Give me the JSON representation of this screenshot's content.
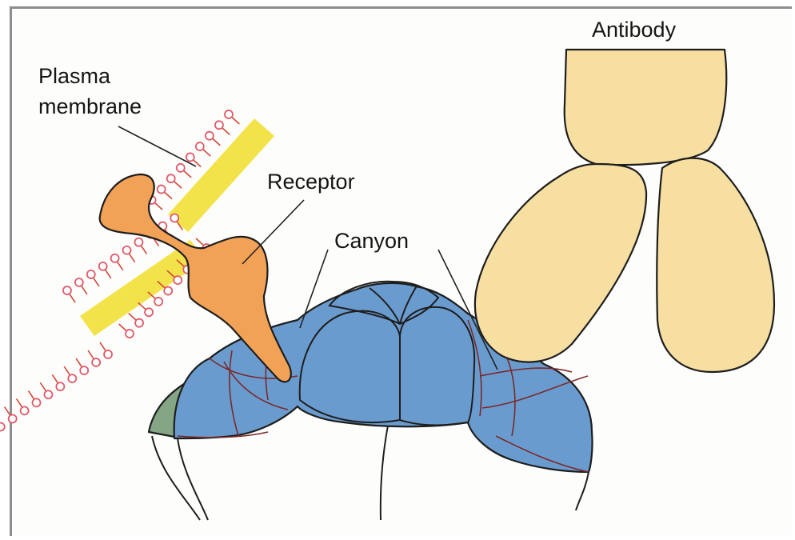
{
  "labels": {
    "plasma_membrane_line1": "Plasma",
    "plasma_membrane_line2": "membrane",
    "receptor": "Receptor",
    "canyon": "Canyon",
    "antibody": "Antibody"
  },
  "colors": {
    "virus_capsid": "#6a9bce",
    "receptor": "#f2a257",
    "antibody": "#f7dfa1",
    "membrane_tail": "#f3e34b",
    "lipid_head": "#e05a6a",
    "green_patch": "#84a684"
  },
  "icons": {
    "lipid": "lipid-bilayer-icon"
  }
}
